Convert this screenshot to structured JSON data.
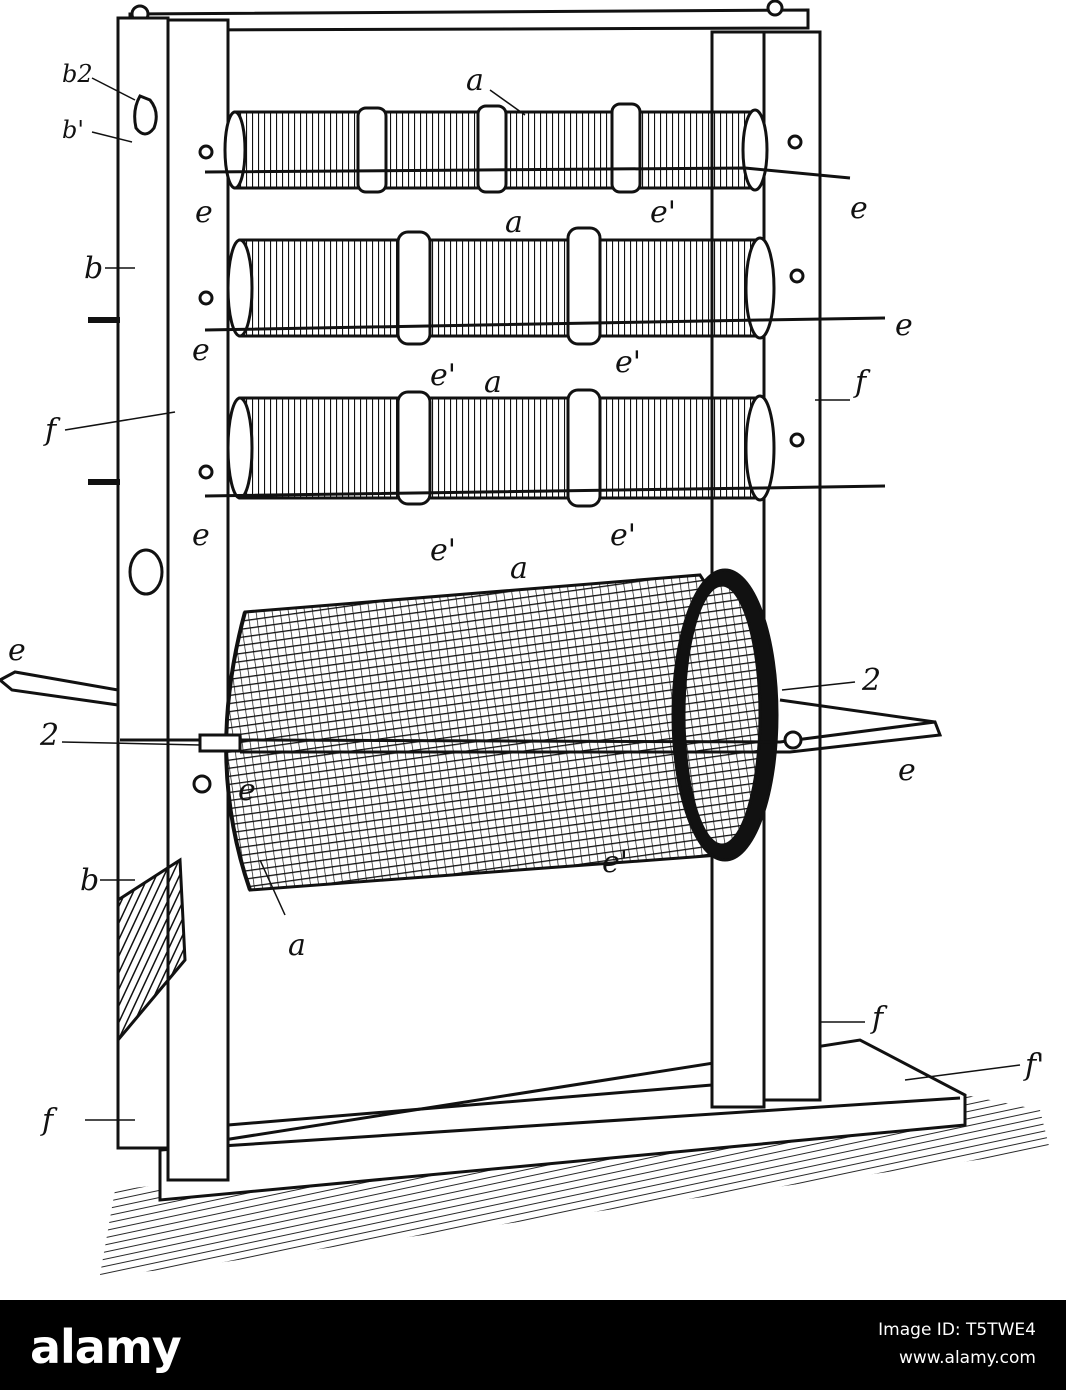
{
  "figure": {
    "labels": {
      "b2": "b2",
      "b1": "b'",
      "b_top": "b",
      "b_bottom": "b",
      "f_left": "f",
      "f_right": "f",
      "f_lower_right": "f",
      "f1": "f'",
      "f_base_left": "f",
      "a_top": "a",
      "a_2": "a",
      "a_3": "a",
      "a_4": "a",
      "a_bottom": "a",
      "e_1_left": "e",
      "e_1_right": "e",
      "e1_1": "e'",
      "e_2_left": "e",
      "e_2_right": "e",
      "e1_2a": "e'",
      "e1_2b": "e'",
      "e_3_left": "e",
      "e1_3a": "e'",
      "e1_3b": "e'",
      "e_4_outer_left": "e",
      "e_4_inner": "e",
      "e_4_right": "e",
      "e1_4": "e'",
      "sec_left": "2",
      "sec_right": "2"
    }
  },
  "footer": {
    "logo": "alamy",
    "image_id": "Image ID: T5TWE4",
    "site": "www.alamy.com"
  },
  "colors": {
    "ink": "#111111",
    "paper": "#ffffff",
    "footer_bg": "#000000"
  }
}
